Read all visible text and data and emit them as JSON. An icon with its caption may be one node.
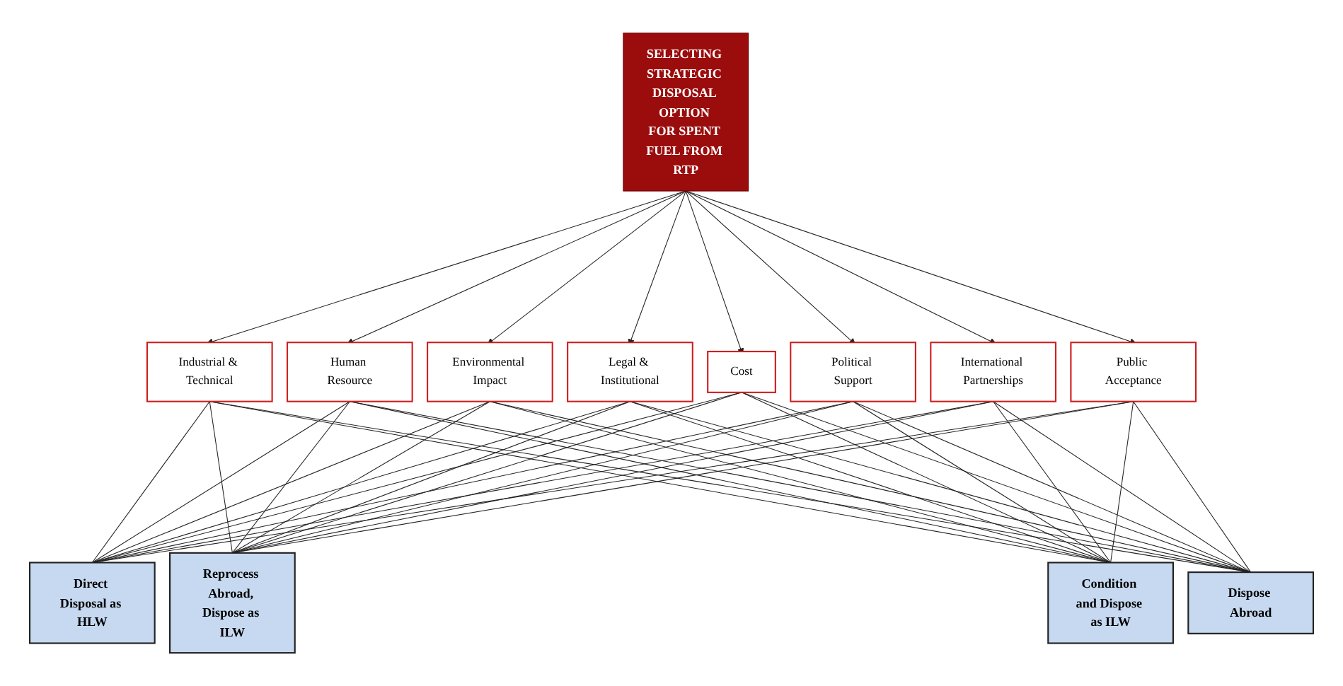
{
  "diagram": {
    "nodes": [
      {
        "text": [
          "SELECTING STRATEGIC DISPOSAL OPTION FOR SPENT FUEL FROM RTP"
        ]
      },
      {
        "text": [
          "Industrial & Technical"
        ]
      },
      {
        "text": [
          "Human Resource"
        ]
      },
      {
        "text": [
          "Environmental Impact"
        ]
      },
      {
        "text": [
          "Legal & Institutional"
        ]
      },
      {
        "text": [
          "Cost"
        ]
      },
      {
        "text": [
          "Political Support"
        ]
      },
      {
        "text": [
          "International Partnerships"
        ]
      },
      {
        "text": [
          "Public Acceptance"
        ]
      },
      {
        "text": [
          "Direct Disposal as HLW"
        ]
      },
      {
        "text": [
          "Reprocess Abroad, Dispose as ILW"
        ]
      },
      {
        "text": [
          "Condition and Dispose as ILW"
        ]
      },
      {
        "text": [
          "Dispose Abroad"
        ]
      }
    ],
    "edges": [
      {
        "from": 0,
        "to": 1,
        "arrow": "to"
      },
      {
        "from": 0,
        "to": 2,
        "arrow": "to"
      },
      {
        "from": 0,
        "to": 3,
        "arrow": "to"
      },
      {
        "from": 0,
        "to": 4,
        "arrow": "to"
      },
      {
        "from": 0,
        "to": 5,
        "arrow": "to"
      },
      {
        "from": 0,
        "to": 6,
        "arrow": "to"
      },
      {
        "from": 0,
        "to": 7,
        "arrow": "to"
      },
      {
        "from": 0,
        "to": 8,
        "arrow": "to"
      },
      {
        "from": 1,
        "to": 9,
        "arrow": "none"
      },
      {
        "from": 1,
        "to": 10,
        "arrow": "none"
      },
      {
        "from": 1,
        "to": 11,
        "arrow": "none"
      },
      {
        "from": 1,
        "to": 12,
        "arrow": "none"
      },
      {
        "from": 2,
        "to": 9,
        "arrow": "none"
      },
      {
        "from": 2,
        "to": 10,
        "arrow": "none"
      },
      {
        "from": 2,
        "to": 11,
        "arrow": "none"
      },
      {
        "from": 2,
        "to": 12,
        "arrow": "none"
      },
      {
        "from": 3,
        "to": 9,
        "arrow": "none"
      },
      {
        "from": 3,
        "to": 10,
        "arrow": "none"
      },
      {
        "from": 3,
        "to": 11,
        "arrow": "none"
      },
      {
        "from": 3,
        "to": 12,
        "arrow": "none"
      },
      {
        "from": 4,
        "to": 9,
        "arrow": "none"
      },
      {
        "from": 4,
        "to": 10,
        "arrow": "none"
      },
      {
        "from": 4,
        "to": 11,
        "arrow": "none"
      },
      {
        "from": 4,
        "to": 12,
        "arrow": "none"
      },
      {
        "from": 5,
        "to": 9,
        "arrow": "none"
      },
      {
        "from": 5,
        "to": 10,
        "arrow": "none"
      },
      {
        "from": 5,
        "to": 11,
        "arrow": "none"
      },
      {
        "from": 5,
        "to": 12,
        "arrow": "none"
      },
      {
        "from": 6,
        "to": 9,
        "arrow": "none"
      },
      {
        "from": 6,
        "to": 10,
        "arrow": "none"
      },
      {
        "from": 6,
        "to": 11,
        "arrow": "none"
      },
      {
        "from": 6,
        "to": 12,
        "arrow": "none"
      },
      {
        "from": 7,
        "to": 9,
        "arrow": "none"
      },
      {
        "from": 7,
        "to": 10,
        "arrow": "none"
      },
      {
        "from": 7,
        "to": 11,
        "arrow": "none"
      },
      {
        "from": 7,
        "to": 12,
        "arrow": "none"
      },
      {
        "from": 8,
        "to": 9,
        "arrow": "none"
      },
      {
        "from": 8,
        "to": 10,
        "arrow": "none"
      },
      {
        "from": 8,
        "to": 11,
        "arrow": "none"
      },
      {
        "from": 8,
        "to": 12,
        "arrow": "none"
      }
    ]
  }
}
